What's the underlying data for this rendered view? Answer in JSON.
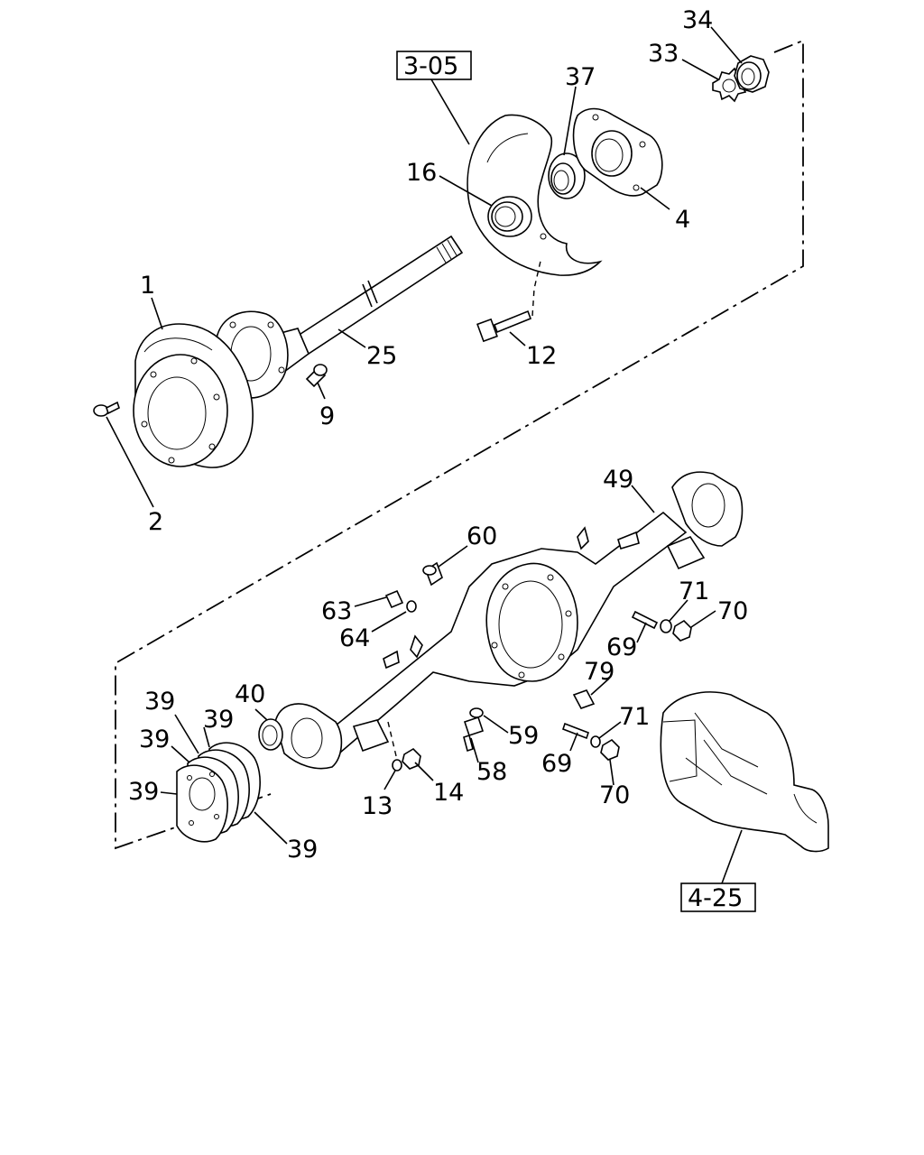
{
  "references": [
    {
      "id": "ref-3-05",
      "text": "3-05"
    },
    {
      "id": "ref-4-25",
      "text": "4-25"
    }
  ],
  "callouts": [
    {
      "id": "c34",
      "text": "34"
    },
    {
      "id": "c33",
      "text": "33"
    },
    {
      "id": "c37",
      "text": "37"
    },
    {
      "id": "c16",
      "text": "16"
    },
    {
      "id": "c4",
      "text": "4"
    },
    {
      "id": "c1",
      "text": "1"
    },
    {
      "id": "c25",
      "text": "25"
    },
    {
      "id": "c12",
      "text": "12"
    },
    {
      "id": "c9",
      "text": "9"
    },
    {
      "id": "c2",
      "text": "2"
    },
    {
      "id": "c49",
      "text": "49"
    },
    {
      "id": "c60",
      "text": "60"
    },
    {
      "id": "c63",
      "text": "63"
    },
    {
      "id": "c64",
      "text": "64"
    },
    {
      "id": "c71a",
      "text": "71"
    },
    {
      "id": "c70a",
      "text": "70"
    },
    {
      "id": "c69a",
      "text": "69"
    },
    {
      "id": "c79",
      "text": "79"
    },
    {
      "id": "c40",
      "text": "40"
    },
    {
      "id": "c39a",
      "text": "39"
    },
    {
      "id": "c39b",
      "text": "39"
    },
    {
      "id": "c39c",
      "text": "39"
    },
    {
      "id": "c39d",
      "text": "39"
    },
    {
      "id": "c39e",
      "text": "39"
    },
    {
      "id": "c59",
      "text": "59"
    },
    {
      "id": "c71b",
      "text": "71"
    },
    {
      "id": "c69b",
      "text": "69"
    },
    {
      "id": "c58",
      "text": "58"
    },
    {
      "id": "c13",
      "text": "13"
    },
    {
      "id": "c14",
      "text": "14"
    },
    {
      "id": "c70b",
      "text": "70"
    }
  ]
}
